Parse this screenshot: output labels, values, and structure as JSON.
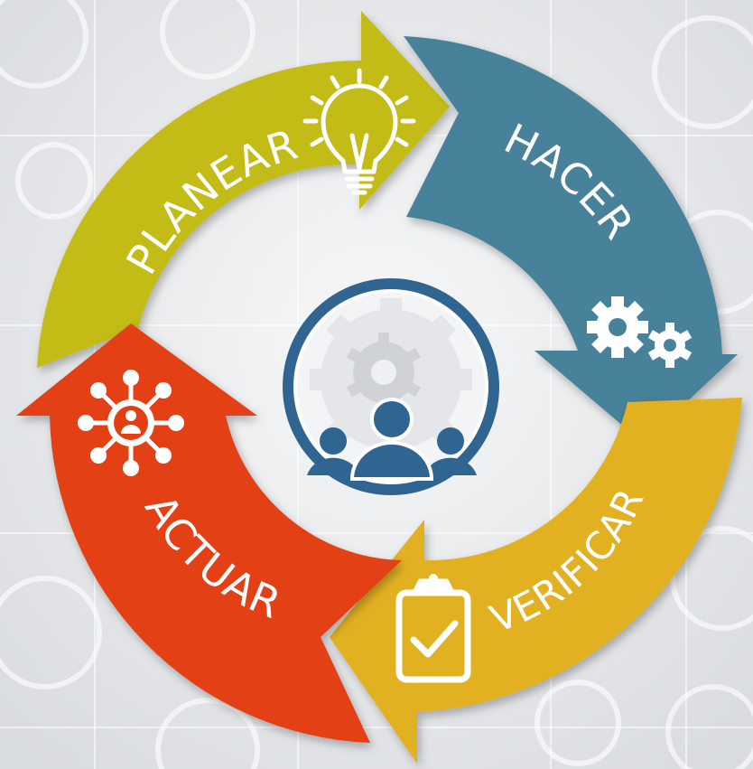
{
  "diagram": {
    "phases": [
      {
        "key": "plan",
        "label": "PLANEAR",
        "color": "#c3bb12",
        "icon": "lightbulb-icon"
      },
      {
        "key": "do",
        "label": "HACER",
        "color": "#47819a",
        "icon": "gears-icon"
      },
      {
        "key": "check",
        "label": "VERIFICAR",
        "color": "#e2b120",
        "icon": "clipboard-check-icon"
      },
      {
        "key": "act",
        "label": "ACTUAR",
        "color": "#e43f13",
        "icon": "team-network-icon"
      }
    ],
    "center": {
      "icon": "gear-team-icon",
      "ring_color": "#2f6590",
      "people_color": "#2f6590"
    },
    "background": {
      "color": "#e9ebed",
      "pattern": "faded-business-icons"
    }
  }
}
